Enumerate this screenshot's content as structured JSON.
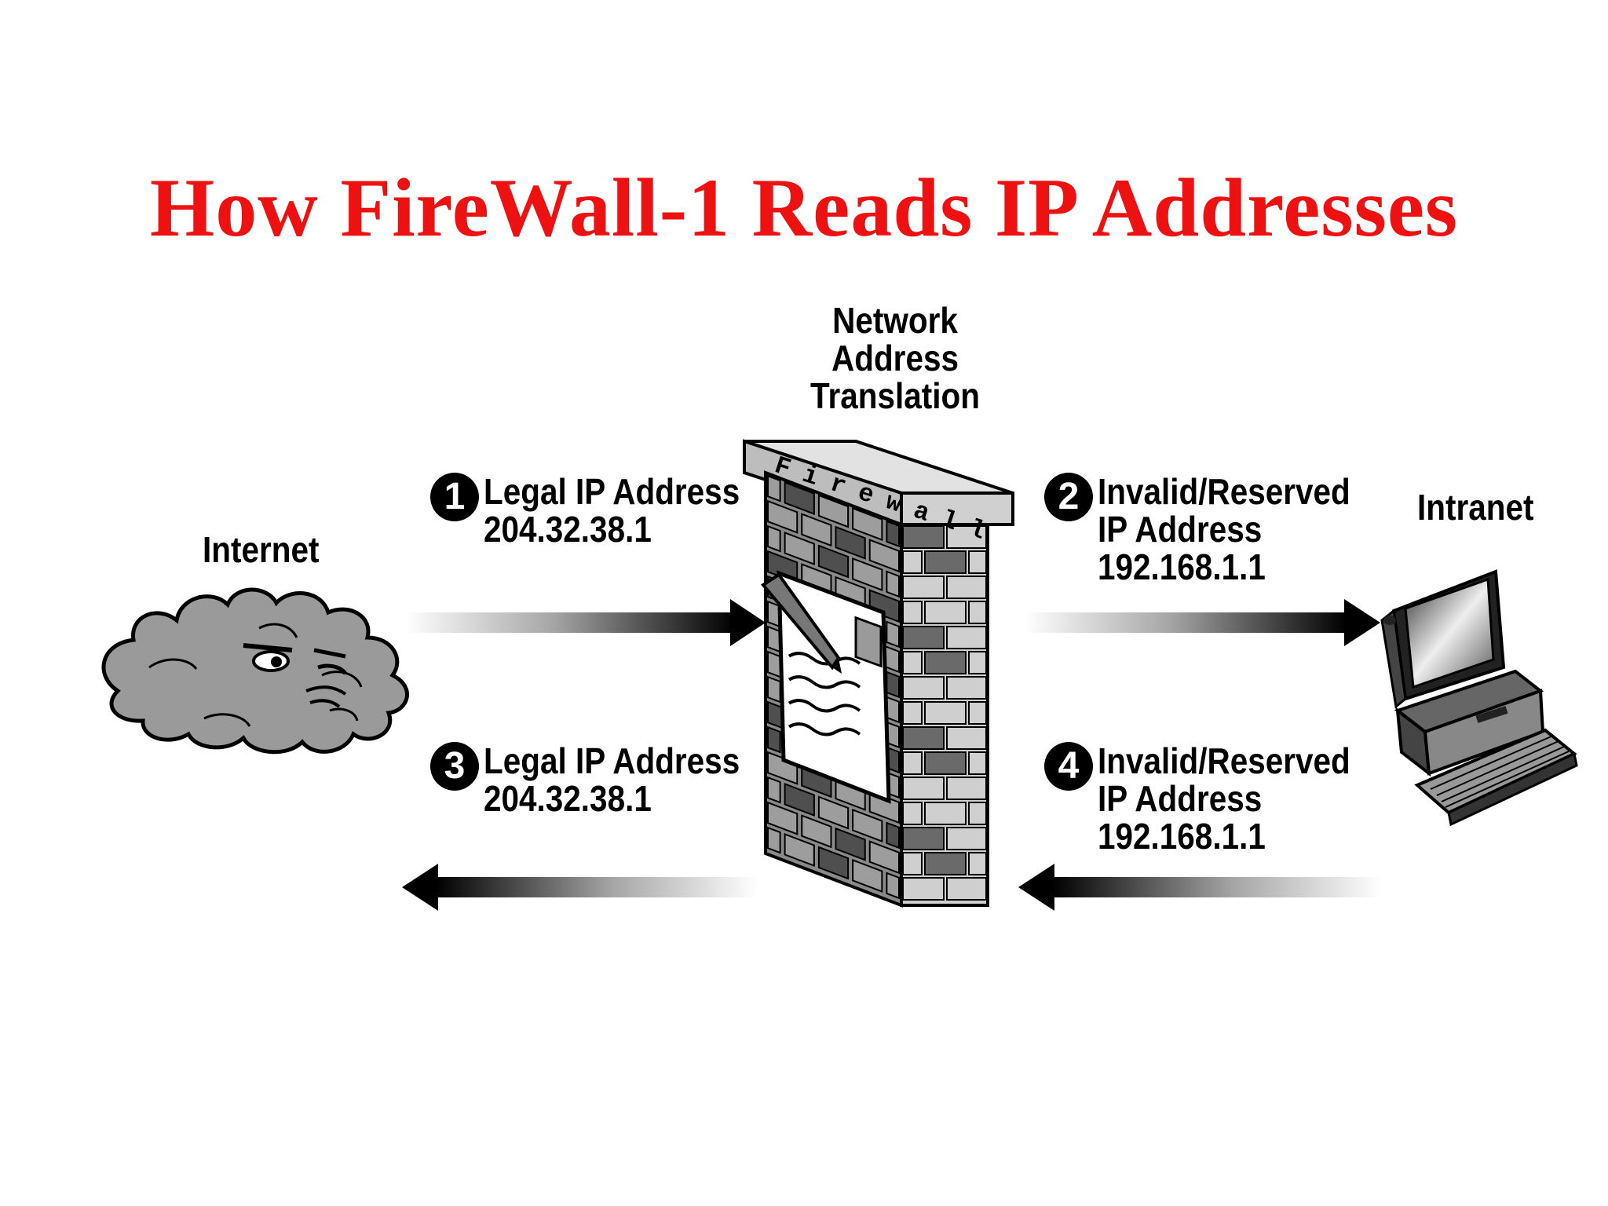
{
  "title": "How FireWall-1 Reads IP Addresses",
  "colors": {
    "title": "#ee1111",
    "ink": "#000000",
    "cloud": "#9a9a9a",
    "wall_light": "#cfcfcf",
    "wall_dark": "#5a5a5a"
  },
  "labels": {
    "internet": "Internet",
    "intranet": "Intranet",
    "nat": [
      "Network",
      "Address",
      "Translation"
    ],
    "firewall_cap": "Firewall"
  },
  "steps": [
    {
      "number": "1",
      "lines": [
        "Legal IP Address",
        "204.32.38.1"
      ]
    },
    {
      "number": "2",
      "lines": [
        "Invalid/Reserved",
        "IP Address",
        "192.168.1.1"
      ]
    },
    {
      "number": "3",
      "lines": [
        "Legal IP Address",
        "204.32.38.1"
      ]
    },
    {
      "number": "4",
      "lines": [
        "Invalid/Reserved",
        "IP Address",
        "192.168.1.1"
      ]
    }
  ],
  "icons": {
    "internet": "cloud-face-icon",
    "firewall": "brick-wall-icon",
    "letter": "envelope-pen-icon",
    "intranet": "computer-icon"
  }
}
